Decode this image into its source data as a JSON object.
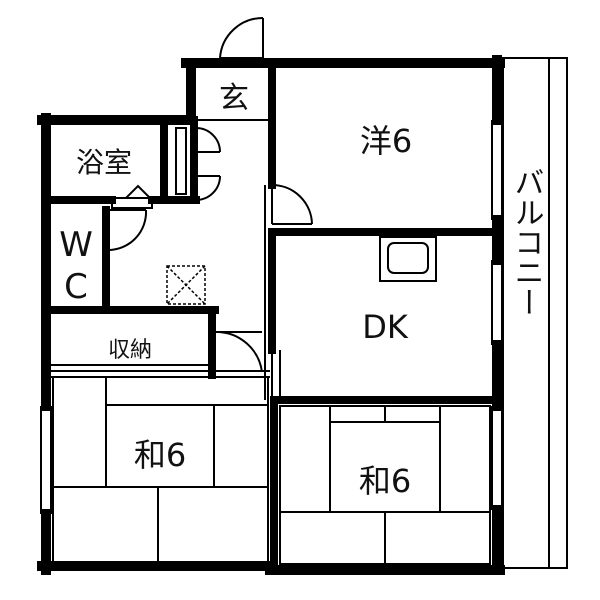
{
  "floor_plan": {
    "rooms": {
      "entrance": "玄",
      "bathroom": "浴室",
      "western_room": "洋6",
      "toilet_top": "W",
      "toilet_bottom": "C",
      "dining_kitchen": "DK",
      "storage": "収納",
      "japanese_room_left": "和6",
      "japanese_room_right": "和6",
      "balcony": "バルコニー"
    },
    "colors": {
      "wall": "#000000",
      "line": "#000000",
      "background": "#ffffff"
    }
  }
}
